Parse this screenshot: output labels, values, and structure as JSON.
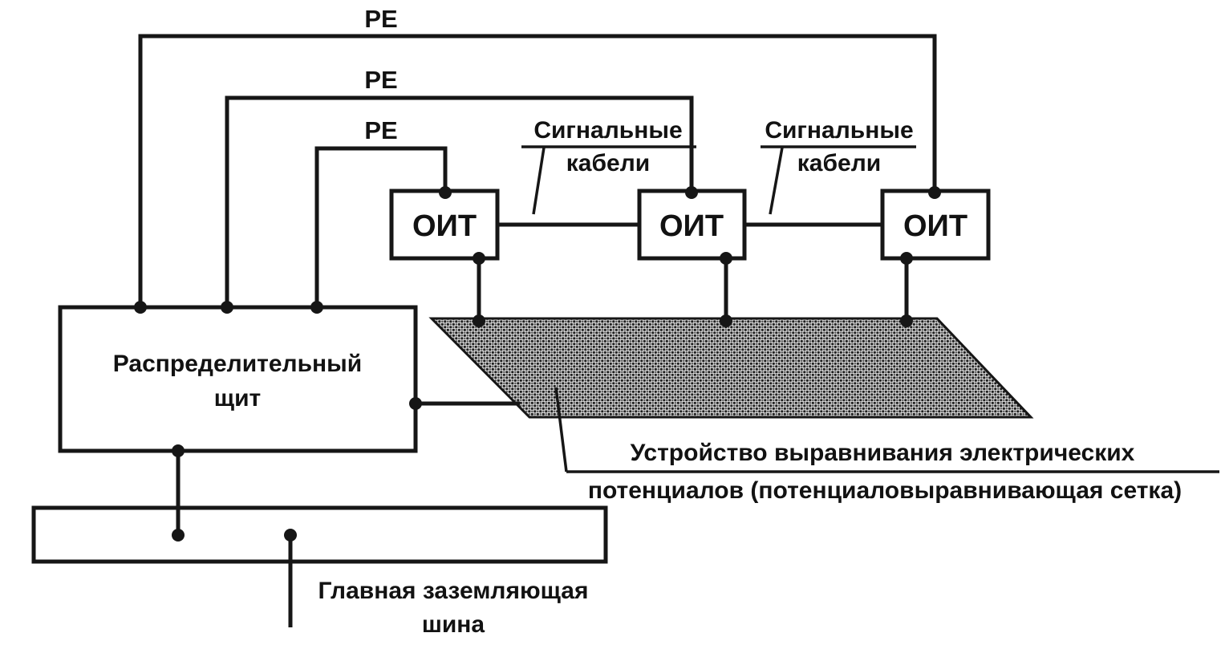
{
  "diagram": {
    "type": "grounding-and-potential-equalization-scheme",
    "pe_labels": [
      "PE",
      "PE",
      "PE"
    ],
    "oit_boxes": [
      {
        "label": "ОИТ"
      },
      {
        "label": "ОИТ"
      },
      {
        "label": "ОИТ"
      }
    ],
    "signal_labels": [
      {
        "line1": "Сигнальные",
        "line2": "кабели"
      },
      {
        "line1": "Сигнальные",
        "line2": "кабели"
      }
    ],
    "distribution_board": {
      "line1": "Распределительный",
      "line2": "щит"
    },
    "grid_caption": {
      "line1": "Устройство выравнивания электрических",
      "line2": "потенциалов (потенциаловыравнивающая сетка)"
    },
    "ground_bus": {
      "line1": "Главная заземляющая",
      "line2": "шина"
    },
    "colors": {
      "line": "#161616",
      "background": "#ffffff",
      "stipple_dark": "#1e1e1e",
      "stipple_mid": "#4a4a4a",
      "stipple_light": "#d8d8d8"
    }
  }
}
